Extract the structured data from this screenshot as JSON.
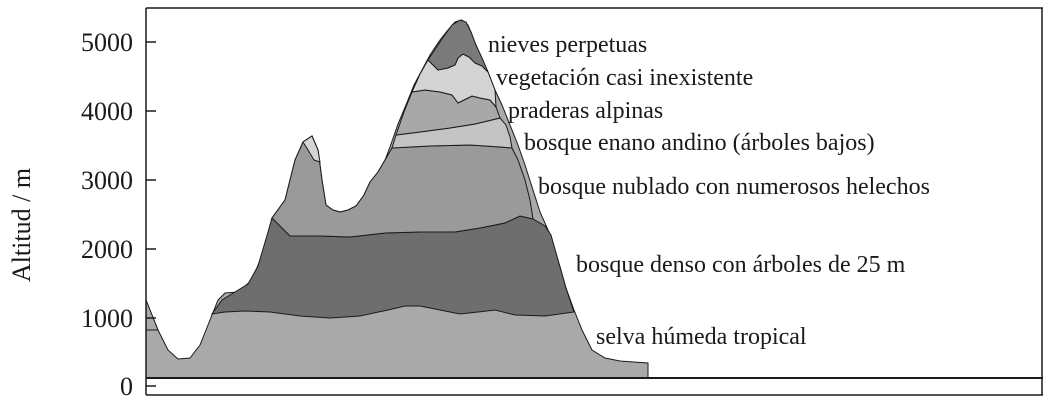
{
  "axis": {
    "ylabel": "Altitud / m",
    "ticks": [
      "0",
      "1000",
      "2000",
      "3000",
      "4000",
      "5000"
    ]
  },
  "zones": [
    {
      "name": "nieves perpetuas",
      "color": "#7a7a7a"
    },
    {
      "name": "vegetación casi inexistente",
      "color": "#d4d4d4"
    },
    {
      "name": "praderas alpinas",
      "color": "#a8a8a8"
    },
    {
      "name": "bosque enano andino (árboles bajos)",
      "color": "#c4c4c4"
    },
    {
      "name": "bosque nublado con numerosos helechos",
      "color": "#9a9a9a"
    },
    {
      "name": "bosque denso con árboles de 25 m",
      "color": "#6e6e6e"
    },
    {
      "name": "selva húmeda tropical",
      "color": "#a9a9a9"
    }
  ]
}
